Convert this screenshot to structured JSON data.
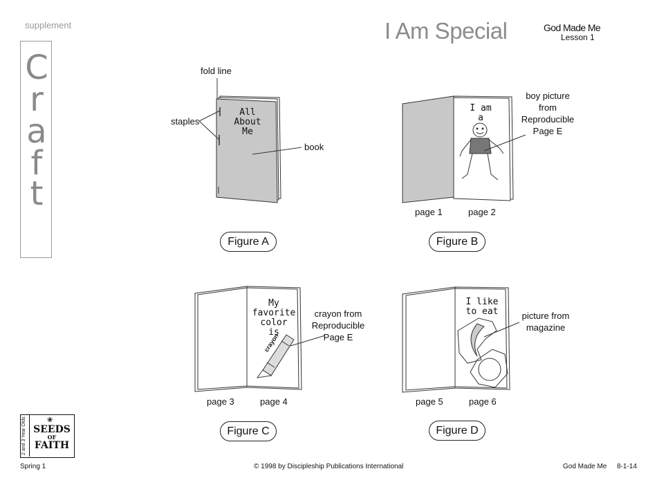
{
  "header": {
    "supplement": "supplement",
    "craft_letters": [
      "C",
      "r",
      "a",
      "f",
      "t"
    ],
    "title": "I Am Special",
    "series": "God Made Me",
    "lesson": "Lesson 1"
  },
  "figure_a": {
    "caption": "Figure A",
    "fold_line": "fold line",
    "staples": "staples",
    "book": "book",
    "cover_lines": [
      "All",
      "About",
      "Me"
    ]
  },
  "figure_b": {
    "caption": "Figure B",
    "page_left": "page 1",
    "page_right": "page 2",
    "book_lines": [
      "I am",
      "a"
    ],
    "callout_lines": [
      "boy picture",
      "from",
      "Reproducible",
      "Page E"
    ]
  },
  "figure_c": {
    "caption": "Figure C",
    "page_left": "page 3",
    "page_right": "page 4",
    "book_lines": [
      "My",
      "favorite",
      "color",
      "is"
    ],
    "crayon_brand": "crayon",
    "callout_lines": [
      "crayon from",
      "Reproducible",
      "Page E"
    ]
  },
  "figure_d": {
    "caption": "Figure D",
    "page_left": "page 5",
    "page_right": "page 6",
    "book_lines": [
      "I like",
      "to eat"
    ],
    "callout_lines": [
      "picture from",
      "magazine"
    ]
  },
  "logo": {
    "side_text": "2 and 3 Year Olds",
    "line1": "SEEDS",
    "line2": "OF",
    "line3": "FAITH"
  },
  "footer": {
    "left": "Spring 1",
    "center": "© 1998 by Discipleship Publications International",
    "right_title": "God Made Me",
    "right_code": "8-1-14"
  }
}
